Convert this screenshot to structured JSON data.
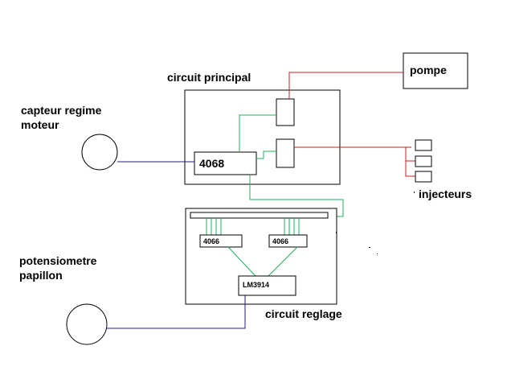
{
  "labels": {
    "pompe": "pompe",
    "circuit_principal": "circuit principal",
    "capteur_line1": "capteur regime",
    "capteur_line2": "moteur",
    "injecteurs": "injecteurs",
    "potensiometre_line1": "potensiometre",
    "potensiometre_line2": "papillon",
    "circuit_reglage": "circuit reglage"
  },
  "chips": {
    "main_chip": "4068",
    "switch_left": "4066",
    "switch_right": "4066",
    "driver": "LM3914"
  },
  "colors": {
    "outline": "#000000",
    "red_wire": "#c02020",
    "green_wire": "#20b060",
    "blue_wire": "#202080"
  }
}
